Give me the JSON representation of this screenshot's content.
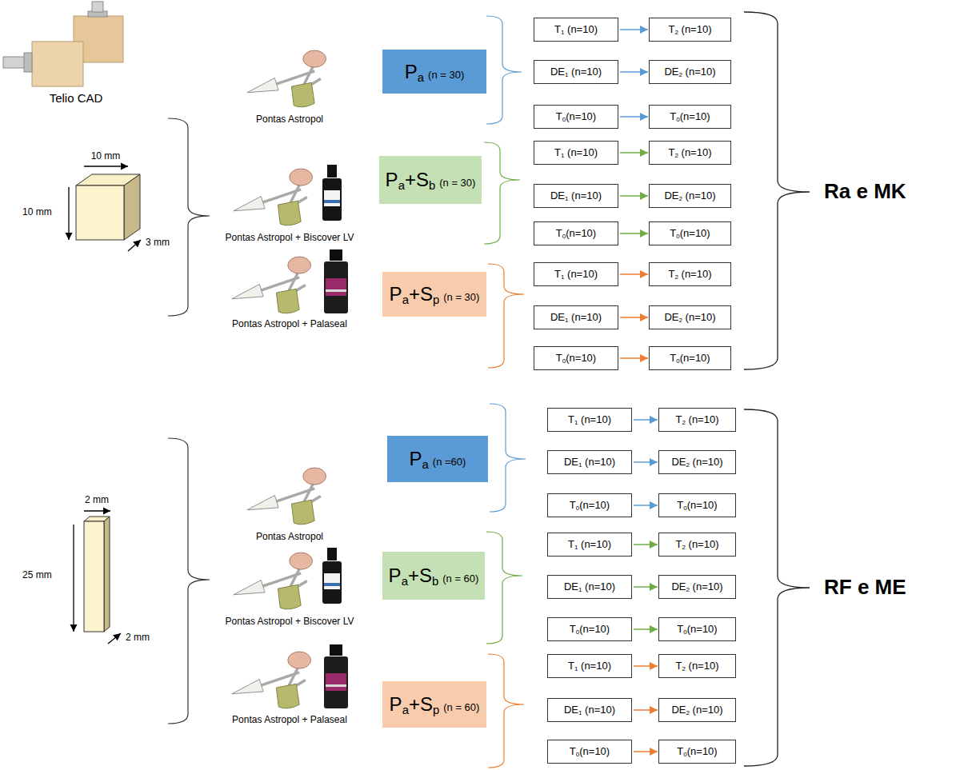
{
  "diagram": {
    "nodes": [
      {
        "text": [
          "Pa",
          "(n = 30)"
        ]
      },
      {
        "text": [
          "T1 (n=10)"
        ]
      },
      {
        "text": [
          "T2 (n=10)"
        ]
      },
      {
        "text": [
          "DE1 (n=10)"
        ]
      },
      {
        "text": [
          "DE2 (n=10)"
        ]
      },
      {
        "text": [
          "T0(n=10)"
        ]
      },
      {
        "text": [
          "T0(n=10)"
        ]
      },
      {
        "text": [
          "Pa+Sb",
          "(n = 30)"
        ]
      },
      {
        "text": [
          "T1 (n=10)"
        ]
      },
      {
        "text": [
          "T2 (n=10)"
        ]
      },
      {
        "text": [
          "DE1 (n=10)"
        ]
      },
      {
        "text": [
          "DE2 (n=10)"
        ]
      },
      {
        "text": [
          "T0(n=10)"
        ]
      },
      {
        "text": [
          "T0(n=10)"
        ]
      },
      {
        "text": [
          "Pa+Sp",
          "(n = 30)"
        ]
      },
      {
        "text": [
          "T1 (n=10)"
        ]
      },
      {
        "text": [
          "T2 (n=10)"
        ]
      },
      {
        "text": [
          "DE1 (n=10)"
        ]
      },
      {
        "text": [
          "DE2 (n=10)"
        ]
      },
      {
        "text": [
          "T0(n=10)"
        ]
      },
      {
        "text": [
          "T0(n=10)"
        ]
      },
      {
        "text": [
          "Pa",
          "(n =60)"
        ]
      },
      {
        "text": [
          "T1 (n=10)"
        ]
      },
      {
        "text": [
          "T2 (n=10)"
        ]
      },
      {
        "text": [
          "DE1 (n=10)"
        ]
      },
      {
        "text": [
          "DE2 (n=10)"
        ]
      },
      {
        "text": [
          "T0(n=10)"
        ]
      },
      {
        "text": [
          "T0(n=10)"
        ]
      },
      {
        "text": [
          "Pa+Sb",
          "(n = 60)"
        ]
      },
      {
        "text": [
          "T1 (n=10)"
        ]
      },
      {
        "text": [
          "T2 (n=10)"
        ]
      },
      {
        "text": [
          "DE1 (n=10)"
        ]
      },
      {
        "text": [
          "DE2 (n=10)"
        ]
      },
      {
        "text": [
          "T0(n=10)"
        ]
      },
      {
        "text": [
          "T0(n=10)"
        ]
      },
      {
        "text": [
          "Pa+Sp",
          "(n = 60)"
        ]
      },
      {
        "text": [
          "T1 (n=10)"
        ]
      },
      {
        "text": [
          "T2 (n=10)"
        ]
      },
      {
        "text": [
          "DE1 (n=10)"
        ]
      },
      {
        "text": [
          "DE2 (n=10)"
        ]
      },
      {
        "text": [
          "T0(n=10)"
        ]
      },
      {
        "text": [
          "T0(n=10)"
        ]
      }
    ],
    "edges": [
      {
        "from": 1,
        "to": 2,
        "arrow": "to"
      },
      {
        "from": 3,
        "to": 4,
        "arrow": "to"
      },
      {
        "from": 5,
        "to": 6,
        "arrow": "to"
      },
      {
        "from": 8,
        "to": 9,
        "arrow": "to"
      },
      {
        "from": 10,
        "to": 11,
        "arrow": "to"
      },
      {
        "from": 12,
        "to": 13,
        "arrow": "to"
      },
      {
        "from": 15,
        "to": 16,
        "arrow": "to"
      },
      {
        "from": 17,
        "to": 18,
        "arrow": "to"
      },
      {
        "from": 19,
        "to": 20,
        "arrow": "to"
      },
      {
        "from": 22,
        "to": 23,
        "arrow": "to"
      },
      {
        "from": 24,
        "to": 25,
        "arrow": "to"
      },
      {
        "from": 26,
        "to": 27,
        "arrow": "to"
      },
      {
        "from": 29,
        "to": 30,
        "arrow": "to"
      },
      {
        "from": 31,
        "to": 32,
        "arrow": "to"
      },
      {
        "from": 33,
        "to": 34,
        "arrow": "to"
      },
      {
        "from": 36,
        "to": 37,
        "arrow": "to"
      },
      {
        "from": 38,
        "to": 39,
        "arrow": "to"
      },
      {
        "from": 40,
        "to": 41,
        "arrow": "to"
      }
    ],
    "labels": [
      "Telio CAD",
      "10 mm",
      "10 mm",
      "3 mm",
      "Pontas Astropol",
      "Pontas Astropol + Biscover LV",
      "Pontas Astropol + Palaseal",
      "Ra e MK",
      "2 mm",
      "25 mm",
      "2 mm",
      "Pontas Astropol",
      "Pontas Astropol + Biscover LV",
      "Pontas Astropol + Palaseal",
      "RF e ME"
    ]
  }
}
